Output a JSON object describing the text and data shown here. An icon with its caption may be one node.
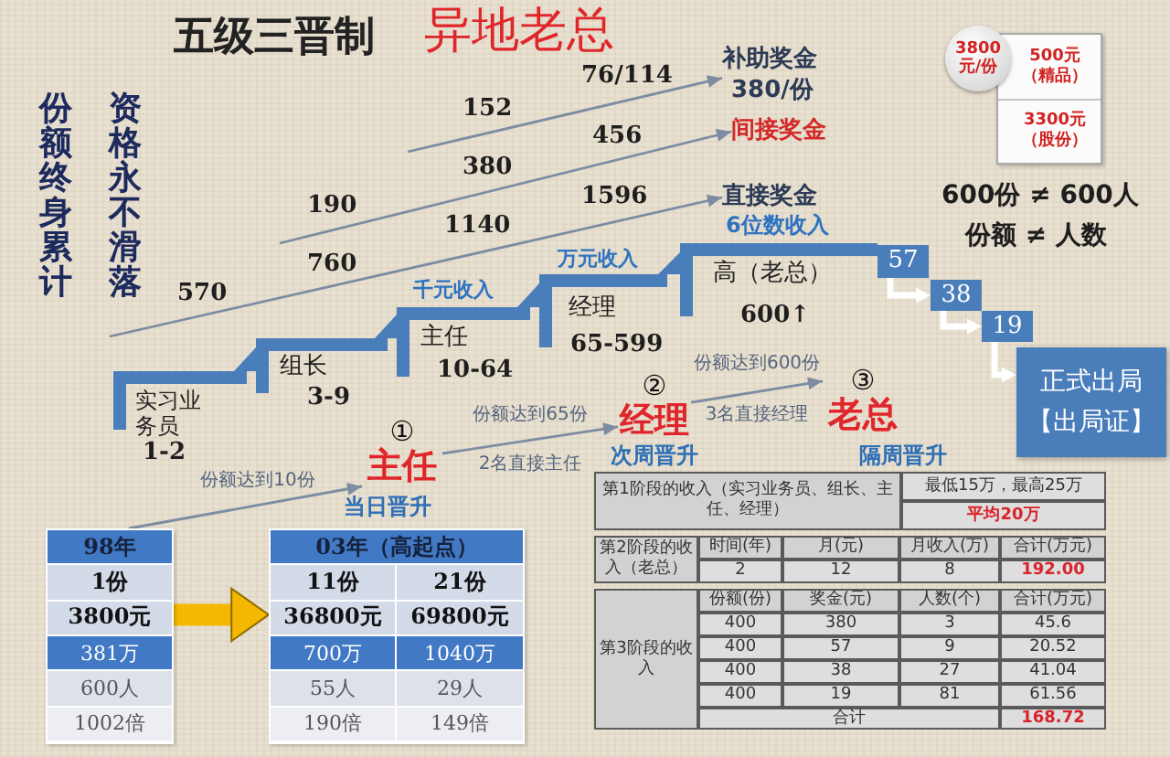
{
  "diagram": {
    "title": "五级三晋制",
    "nodes": [
      {
        "text": [
          "补助奖金",
          "380/份"
        ]
      },
      {
        "text": [
          "间接奖金"
        ]
      },
      {
        "text": [
          "直接奖金"
        ]
      },
      {
        "text": [
          "3800元/份"
        ]
      },
      {
        "text": [
          "500元（精品）",
          "3300元（股份）"
        ]
      },
      {
        "text": [
          "实习业务员",
          "1-2"
        ]
      },
      {
        "text": [
          "组长",
          "3-9"
        ]
      },
      {
        "text": [
          "主任",
          "10-64"
        ]
      },
      {
        "text": [
          "经理",
          "65-599"
        ]
      },
      {
        "text": [
          "高（老总）",
          "600↑"
        ]
      },
      {
        "text": [
          "57"
        ]
      },
      {
        "text": [
          "38"
        ]
      },
      {
        "text": [
          "19"
        ]
      },
      {
        "text": [
          "正式出局",
          "【出局证】"
        ]
      },
      {
        "text": [
          "①",
          "主任"
        ],
        "beside": [
          "当日晋升"
        ]
      },
      {
        "text": [
          "②",
          "经理"
        ],
        "beside": [
          "次周晋升"
        ]
      },
      {
        "text": [
          "③",
          "老总"
        ],
        "beside": [
          "隔周晋升"
        ]
      },
      {
        "text": [
          "98年",
          "1份",
          "3800元",
          "381万",
          "600人",
          "1002倍"
        ]
      },
      {
        "text": [
          "03年（高起点）",
          "11份",
          "21份",
          "36800元",
          "69800元",
          "700万",
          "1040万",
          "55人",
          "29人",
          "190倍",
          "149倍"
        ]
      }
    ],
    "edges": [
      {
        "from": null,
        "to": 0,
        "arrow": "to"
      },
      {
        "from": null,
        "to": 1,
        "arrow": "to"
      },
      {
        "from": null,
        "to": 2,
        "arrow": "to"
      },
      {
        "from": 10,
        "to": 11,
        "arrow": "to",
        "style": "thick",
        "color": "#ffffff"
      },
      {
        "from": 11,
        "to": 12,
        "arrow": "to",
        "style": "thick",
        "color": "#ffffff"
      },
      {
        "from": 12,
        "to": 13,
        "arrow": "to",
        "style": "thick",
        "color": "#ffffff"
      },
      {
        "from": 17,
        "to": 14,
        "arrow": "to",
        "label": "份额达到10份"
      },
      {
        "from": 14,
        "to": 15,
        "arrow": "to",
        "label": "份额达到65份"
      },
      {
        "from": 15,
        "to": 16,
        "arrow": "to",
        "label": "份额达到600份"
      },
      {
        "from": 17,
        "to": 18,
        "arrow": "to",
        "style": "thick",
        "color": "#f5b800"
      },
      {
        "from": 6,
        "to": 5,
        "arrow": "to",
        "color": "#4a7ebb"
      },
      {
        "from": 7,
        "to": 6,
        "arrow": "to",
        "color": "#4a7ebb"
      },
      {
        "from": 8,
        "to": 7,
        "arrow": "to",
        "color": "#4a7ebb"
      },
      {
        "from": 9,
        "to": 8,
        "arrow": "to",
        "color": "#4a7ebb"
      }
    ],
    "labels": [
      "异地老总",
      "份额终身累计",
      "资格永不滑落",
      "76/114",
      "152",
      "456",
      "380",
      "190",
      "1596",
      "1140",
      "760",
      "570",
      "6位数收入",
      "600份 ≠ 600人",
      "份额 ≠ 人数",
      "万元收入",
      "千元收入",
      "3名直接经理",
      "2名直接主任",
      "第1阶段的收入（实习业务员、组长、主任、经理）",
      "最低15万，最高25万",
      "平均20万",
      "第2阶段的收入（老总）",
      "时间(年)",
      "月(元)",
      "月收入(万)",
      "合计(万元)",
      "2",
      "12",
      "8",
      "192.00",
      "第3阶段的收入",
      "份额(份)",
      "奖金(元)",
      "人数(个)",
      "合计(万元)",
      "400",
      "380",
      "3",
      "45.6",
      "400",
      "57",
      "9",
      "20.52",
      "400",
      "38",
      "27",
      "41.04",
      "400",
      "19",
      "81",
      "61.56",
      "合计",
      "168.72"
    ]
  }
}
